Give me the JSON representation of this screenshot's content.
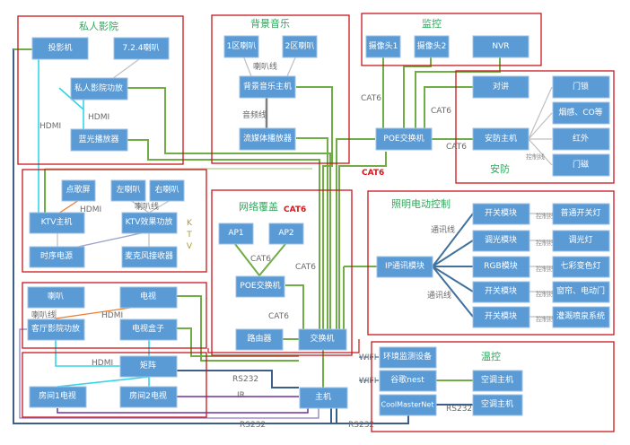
{
  "groups": {
    "home_theater": {
      "title": "私人影院"
    },
    "background_music": {
      "title": "背景音乐"
    },
    "surveillance": {
      "title": "监控"
    },
    "security": {
      "title": "安防"
    },
    "ktv": {
      "title": "KTV",
      "letters": [
        "K",
        "T",
        "V"
      ]
    },
    "network": {
      "title": "网络覆盖",
      "tag": "CAT6"
    },
    "lighting": {
      "title": "照明电动控制"
    },
    "living_room": {
      "title": ""
    },
    "matrix_area": {
      "title": ""
    },
    "climate": {
      "title": "温控"
    }
  },
  "nodes": {
    "projector": "投影机",
    "speakers_724": "7.2.4喇叭",
    "theater_amp": "私人影院功放",
    "bluray": "蓝光播放器",
    "zone1_speaker": "1区喇叭",
    "zone2_speaker": "2区喇叭",
    "bgm_host": "背景音乐主机",
    "streamer": "流媒体播放器",
    "camera1": "摄像头1",
    "camera2": "摄像头2",
    "nvr": "NVR",
    "poe_switch_main": "POE交换机",
    "intercom": "对讲",
    "security_host": "安防主机",
    "door_lock": "门锁",
    "smoke_co": "烟感、CO等",
    "infrared": "红外",
    "door_magnet": "门磁",
    "song_screen": "点歌屏",
    "left_speaker": "左喇叭",
    "right_speaker": "右喇叭",
    "ktv_host": "KTV主机",
    "ktv_amp": "KTV效果功放",
    "sequencer_power": "时序电源",
    "mic_receiver": "麦克风接收器",
    "ap1": "AP1",
    "ap2": "AP2",
    "poe_switch_net": "POE交换机",
    "router": "路由器",
    "switch": "交换机",
    "ip_module": "IP通讯模块",
    "switch_module_1": "开关模块",
    "dimmer_module": "调光模块",
    "rgb_module": "RGB模块",
    "switch_module_2": "开关模块",
    "switch_module_3": "开关模块",
    "normal_light": "普通开关灯",
    "dimmable_light": "调光灯",
    "color_light": "七彩变色灯",
    "curtain_door": "窗帘、电动门",
    "irrigation": "灌溉喷泉系统",
    "lr_speaker": "喇叭",
    "tv": "电视",
    "lr_amp": "客厅影院功放",
    "tv_box": "电视盒子",
    "matrix": "矩阵",
    "room1_tv": "房间1电视",
    "room2_tv": "房间2电视",
    "main_host": "主机",
    "env_monitor": "环境监测设备",
    "google_nest": "谷歌nest",
    "coolmaster": "CoolMasterNet",
    "ac_host_1": "空调主机",
    "ac_host_2": "空调主机"
  },
  "labels": {
    "hdmi_theater_left": "HDMI",
    "hdmi_theater_mid": "HDMI",
    "speaker_wire_bgm": "喇叭线",
    "audio_wire": "音频线",
    "cat6_poe": "CAT6",
    "cat6_intercom": "CAT6",
    "cat6_security": "CAT6",
    "cat6_red": "CAT6",
    "control_wire_security": "控制线",
    "hdmi_ktv": "HDMI",
    "speaker_wire_ktv": "喇叭线",
    "cat6_ap": "CAT6",
    "cat6_net_right": "CAT6",
    "cat6_net_bottom": "CAT6",
    "comm_wire_top": "通讯线",
    "comm_wire_bottom": "通讯线",
    "control_wire_lighting": "控制线",
    "speaker_wire_lr": "喇叭线",
    "hdmi_lr": "HDMI",
    "hdmi_matrix": "HDMI",
    "rs232_a": "RS232",
    "ir": "IR",
    "rs232_b": "RS232",
    "rs232_c": "RS232",
    "rs232_climate": "RS232",
    "wifi_1": "WIFI",
    "wifi_2": "WIFI"
  },
  "colors": {
    "group_border": "#c8161d",
    "node_fill": "#5b9bd5",
    "group_title": "#2eaa5c",
    "cat6_wire": "#70ad47",
    "rs232_wire": "#41719c",
    "hdmi_wire": "#33d6e6",
    "ir_wire": "#7030a0"
  }
}
